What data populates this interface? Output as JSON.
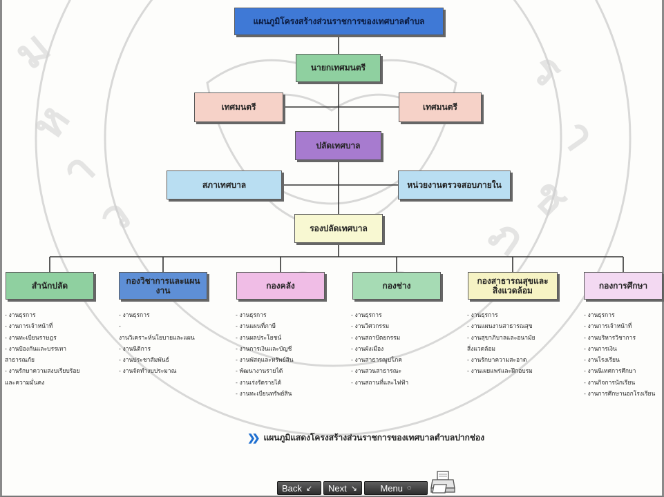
{
  "chart_title": "แผนภูมิโครงสร้างส่วนราชการของเทศบาลตำบล",
  "nodes": {
    "mayor": "นายกเทศมนตรี",
    "deputy_left": "เทศมนตรี",
    "deputy_right": "เทศมนตรี",
    "clerk": "ปลัดเทศบาล",
    "council": "สภาเทศบาล",
    "audit": "หน่วยงานตรวจสอบภายใน",
    "deputy_clerk": "รองปลัดเทศบาล"
  },
  "divisions": [
    {
      "label": "สำนักปลัด",
      "color": "#8fd0a0",
      "items": [
        "- งานธุรการ",
        "- งานการเจ้าหน้าที่",
        "- งานทะเบียนราษฎร",
        "- งานป้องกันและบรรเทา",
        "สาธารณภัย",
        "- งานรักษาความสงบเรียบร้อย",
        "และความมั่นคง"
      ]
    },
    {
      "label": "กองวิชาการและแผนงาน",
      "color": "#5e8fd6",
      "items": [
        "- งานธุรการ",
        "-",
        "งานวิเคราะห์นโยบายและแผน",
        "- งานนิติการ",
        "- งานประชาสัมพันธ์",
        "- งานจัดทำงบประมาณ"
      ]
    },
    {
      "label": "กองคลัง",
      "color": "#f0bde6",
      "items": [
        "- งานธุรการ",
        "- งานแผนที่ภาษี",
        "- งานผลประโยชน์",
        "- งานการเงินและบัญชี",
        "- งานพัสดุและทรัพย์สิน",
        "- พัฒนางานรายได้",
        "- งานเร่งรัดรายได้",
        "- งานทะเบียนทรัพย์สิน"
      ]
    },
    {
      "label": "กองช่าง",
      "color": "#a6dbb4",
      "items": [
        "- งานธุรการ",
        "- งานวิศวกรรม",
        "- งานสถาปัตยกรรม",
        "- งานผังเมือง",
        "- งานสาธารณูปโภค",
        "- งานสวนสาธารณะ",
        "- งานสถานที่และไฟฟ้า"
      ]
    },
    {
      "label": "กองสาธารณสุขและสิ่งแวดล้อม",
      "color": "#f6f3c4",
      "items": [
        "- งานธุรการ",
        "- งานแผนงานสาธารณสุข",
        "- งานสุขาภิบาลและอนามัย",
        "สิ่งแวดล้อม",
        "- งานรักษาความสะอาด",
        "- งานเผยแพร่และฝึกอบรม"
      ]
    },
    {
      "label": "กองการศึกษา",
      "color": "#f3d9f2",
      "items": [
        "- งานธุรการ",
        "- งานการเจ้าหน้าที่",
        "- งานบริหารวิชาการ",
        "- งานการเงิน",
        "- งานโรงเรียน",
        "- งานนิเทศการศึกษา",
        "- งานกิจการนักเรียน",
        "- งานการศึกษานอกโรงเรียน"
      ]
    }
  ],
  "caption": "แผนภูมิแสดงโครงสร้างส่วนราชการของเทศบาลตำบลปากช่อง",
  "nav": {
    "back": "Back",
    "next": "Next",
    "menu": "Menu"
  },
  "colors": {
    "title_bg": "#3f79d6",
    "mayor_bg": "#8fd0a0",
    "deputy_bg": "#f6d2c8",
    "clerk_bg": "#a77bcf",
    "council_bg": "#b9def2",
    "deputy_clerk_bg": "#f8f8d2"
  }
}
